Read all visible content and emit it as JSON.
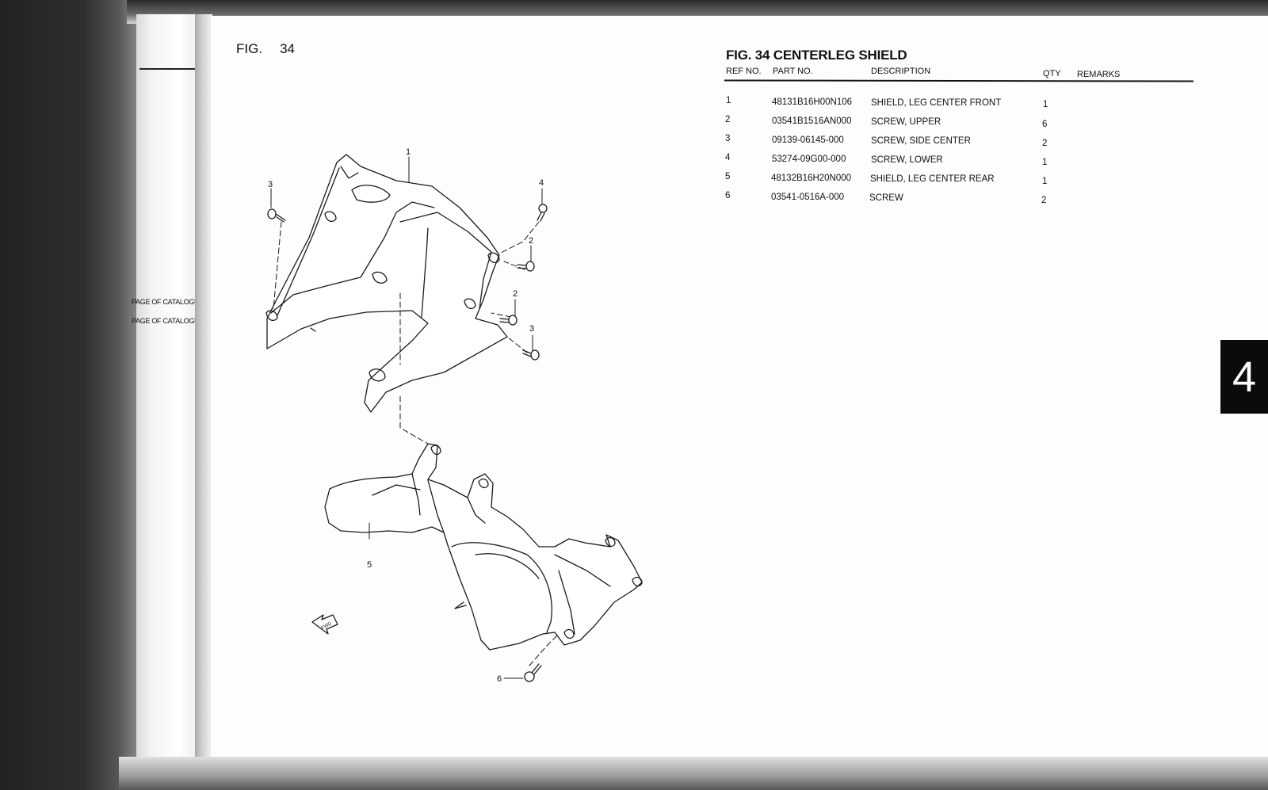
{
  "left_page": {
    "catalogue_lines": [
      "PAGE OF CATALOGUE",
      "PAGE OF CATALOGUE"
    ]
  },
  "figure": {
    "label": "FIG.",
    "number": "34",
    "callouts": [
      "1",
      "2",
      "2",
      "3",
      "3",
      "4",
      "5",
      "6"
    ],
    "direction_arrow_text": "FWD"
  },
  "parts_table": {
    "title": "FIG. 34 CENTERLEG SHIELD",
    "headers": {
      "ref_no": "REF NO.",
      "part_no": "PART NO.",
      "description": "DESCRIPTION",
      "qty": "QTY",
      "remarks": "REMARKS"
    },
    "rows": [
      {
        "ref": "1",
        "part_no": "48131B16H00N106",
        "description": "SHIELD, LEG CENTER FRONT",
        "qty": "1"
      },
      {
        "ref": "2",
        "part_no": "03541B1516AN000",
        "description": "SCREW, UPPER",
        "qty": "6"
      },
      {
        "ref": "3",
        "part_no": "09139-06145-000",
        "description": "SCREW, SIDE CENTER",
        "qty": "2"
      },
      {
        "ref": "4",
        "part_no": "53274-09G00-000",
        "description": "SCREW, LOWER",
        "qty": "1"
      },
      {
        "ref": "5",
        "part_no": "48132B16H20N000",
        "description": "SHIELD, LEG CENTER REAR",
        "qty": "1"
      },
      {
        "ref": "6",
        "part_no": "03541-0516A-000",
        "description": "SCREW",
        "qty": "2"
      }
    ]
  },
  "section_tab": "4"
}
